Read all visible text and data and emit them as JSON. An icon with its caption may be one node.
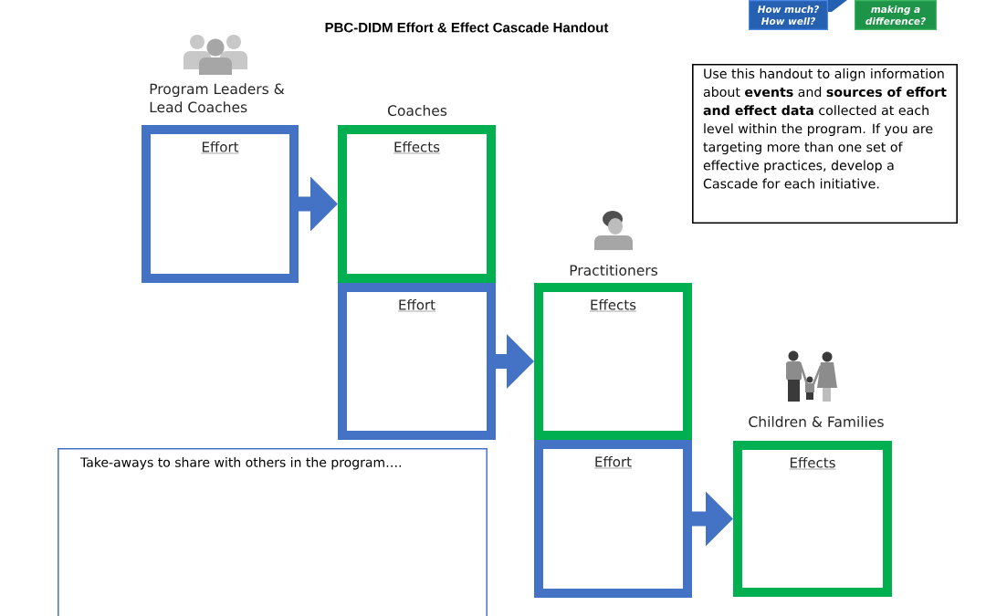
{
  "diagram": {
    "title": "PBC-DIDM Effort & Effect Cascade Handout",
    "nodes": [
      {
        "text": [
          "How much? How well?"
        ]
      },
      {
        "text": [
          "making a difference?"
        ]
      },
      {
        "text": [
          "Effort"
        ],
        "beside": [
          "Program Leaders & Lead Coaches"
        ]
      },
      {
        "text": [
          "Effects"
        ],
        "beside": [
          "Coaches"
        ]
      },
      {
        "text": [
          "Effort"
        ]
      },
      {
        "text": [
          "Effects"
        ],
        "beside": [
          "Practitioners"
        ]
      },
      {
        "text": [
          "Effort"
        ]
      },
      {
        "text": [
          "Effects"
        ],
        "beside": [
          "Children & Families"
        ]
      },
      {
        "text": [
          "Use this handout to align information about **events** and **sources of effort and effect data** collected at each level within the program. If you are targeting more than one set of effective practices, develop a Cascade for each initiative."
        ]
      },
      {
        "text": [
          "Take-aways to share with others in the program…."
        ]
      }
    ],
    "edges": [
      {
        "from": 2,
        "to": 3,
        "arrow": "to"
      },
      {
        "from": 4,
        "to": 5,
        "arrow": "to"
      },
      {
        "from": 6,
        "to": 7,
        "arrow": "to"
      }
    ]
  }
}
